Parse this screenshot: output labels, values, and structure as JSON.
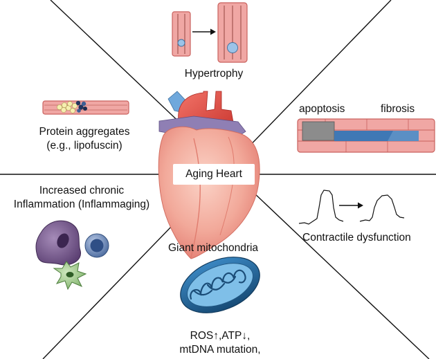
{
  "center_label": "Aging Heart",
  "panels": {
    "hypertrophy": "Hypertrophy",
    "protein_aggregates": "Protein aggregates",
    "protein_aggregates_example": "(e.g., lipofuscin)",
    "apoptosis": "apoptosis",
    "fibrosis": "fibrosis",
    "inflammation_line1": "Increased chronic",
    "inflammation_line2": "Inflammation (Inflammaging)",
    "contractile": "Contractile dysfunction",
    "mitochondria": "Giant mitochondria",
    "ros_atp": "ROS↑,ATP↓,",
    "mtdna": "mtDNA mutation,"
  },
  "colors": {
    "cell_fill": "#f0a7a4",
    "cell_stroke": "#c9615d",
    "heart": "#f2a99a",
    "aorta": "#e8584f",
    "vessel_blue": "#6fa8dc",
    "vein_purple": "#8f7fb4",
    "fibrosis_blue": "#3f78b5",
    "apoptosis_gray": "#8c8c8c",
    "mito_outer": "#2e6f9e",
    "mito_inner": "#4a9bd0"
  }
}
